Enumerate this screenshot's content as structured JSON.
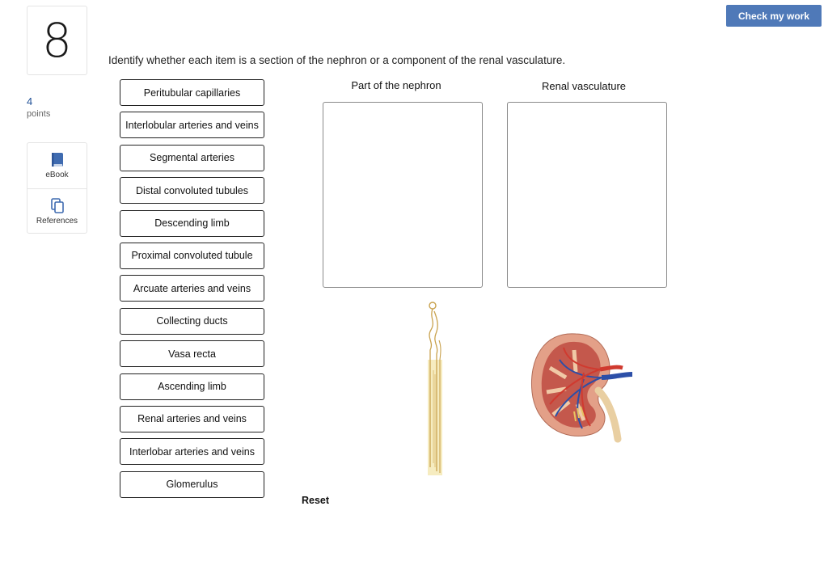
{
  "question": {
    "number": "8",
    "points_value": "4",
    "points_label": "points"
  },
  "tools": [
    {
      "label": "eBook",
      "icon": "ebook-icon"
    },
    {
      "label": "References",
      "icon": "references-icon"
    }
  ],
  "header": {
    "check_label": "Check my work"
  },
  "prompt": "Identify whether each item is a section of the nephron or a component of the renal vasculature.",
  "items": [
    "Peritubular capillaries",
    "Interlobular arteries and veins",
    "Segmental arteries",
    "Distal convoluted tubules",
    "Descending limb",
    "Proximal convoluted tubule",
    "Arcuate arteries and veins",
    "Collecting ducts",
    "Vasa recta",
    "Ascending limb",
    "Renal arteries and veins",
    "Interlobar arteries and veins",
    "Glomerulus"
  ],
  "zones": [
    {
      "title": "Part of the nephron"
    },
    {
      "title": "Renal vasculature"
    }
  ],
  "reset_label": "Reset",
  "colors": {
    "accent": "#4f79b8",
    "points": "#1e4f96",
    "ebook_icon": "#3f6bb0"
  }
}
